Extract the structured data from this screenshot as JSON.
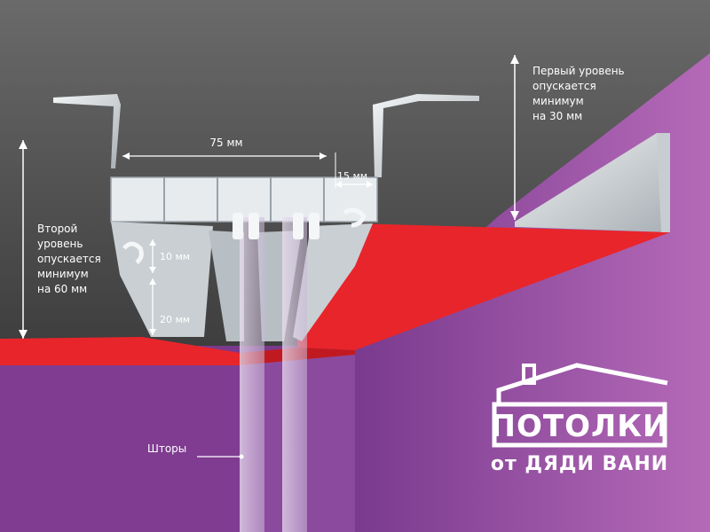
{
  "annotations": {
    "first_level": [
      "Первый уровень",
      "опускается",
      "минимум",
      "на 30 мм"
    ],
    "second_level": [
      "Второй",
      "уровень",
      "опускается",
      "минимум",
      "на 60 мм"
    ],
    "curtains": "Шторы"
  },
  "dimensions": {
    "width_main": "75 мм",
    "width_gap": "15 мм",
    "height_upper": "10 мм",
    "height_lower": "20 мм"
  },
  "logo": {
    "line1": "ПОТОЛКИ",
    "line2": "от ДЯДИ ВАНИ"
  },
  "colors": {
    "concrete": "#5a5a5a",
    "wall_purple": "#8a4a9c",
    "ceiling_red": "#e8252b",
    "profile": "#d9dde0"
  }
}
